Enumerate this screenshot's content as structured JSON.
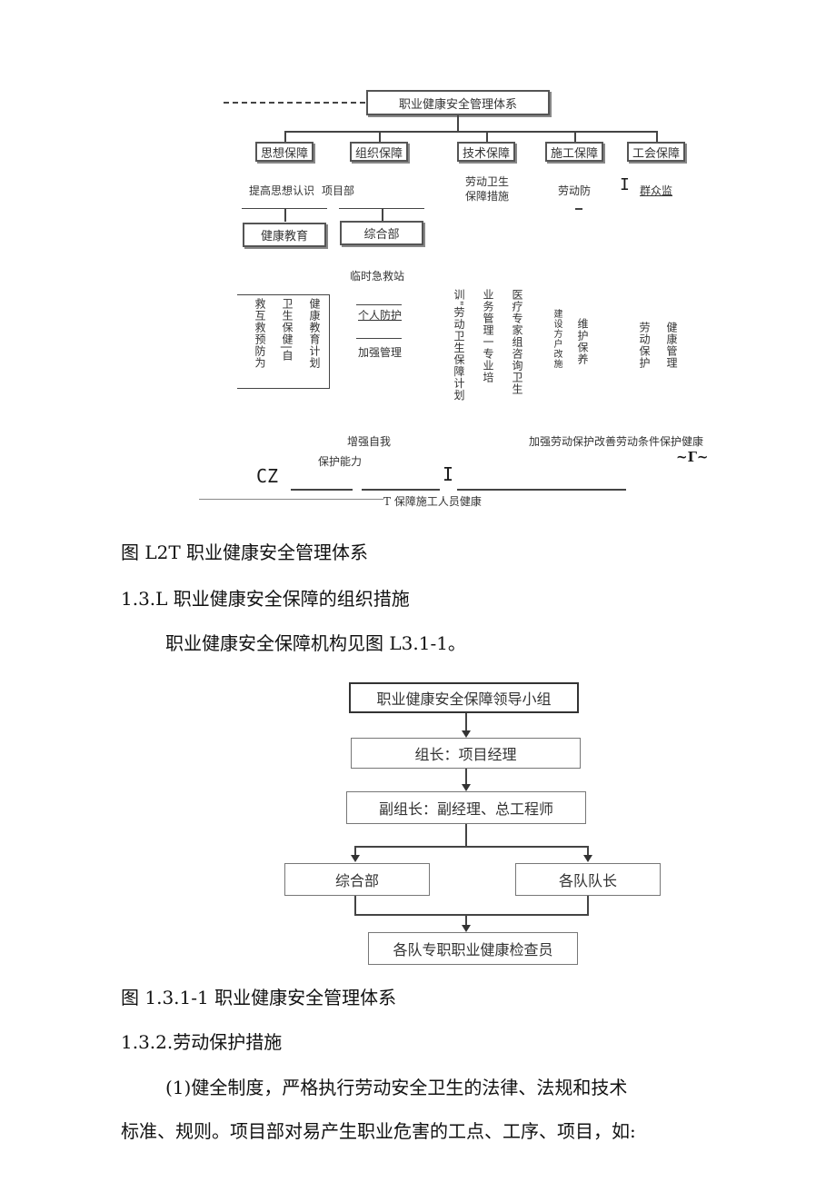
{
  "diagram1": {
    "root": "职业健康安全管理体系",
    "categories": [
      "思想保障",
      "组织保障",
      "技术保障",
      "施工保障",
      "工会保障"
    ],
    "sub_text": {
      "thought": "提高思想认识",
      "project_dept": "项目部",
      "tech_1": "劳动卫生",
      "tech_2": "保障措施",
      "construction": "劳动防",
      "union_mark": "I",
      "union": "群众监"
    },
    "mid_boxes": [
      "健康教育",
      "综合部"
    ],
    "first_aid": "临时急救站",
    "cols_left": [
      "救互救预防为",
      "卫生保健|自",
      "健康教育计划"
    ],
    "personal_protection": "个人防护",
    "strengthen_mgmt": "加强管理",
    "tech_cols": [
      "训\"劳动卫生保障计划",
      "业务管理一专业培",
      "医疗专家组咨询卫生"
    ],
    "construction_cols": [
      "建设方户改施",
      "维护保养"
    ],
    "union_cols": [
      "劳动保护",
      "健康管理"
    ],
    "bottom_left_1": "增强自我",
    "bottom_left_2": "保护能力",
    "bottom_right": "加强劳动保护改善劳动条件保护健康",
    "tilde": "~Г~",
    "cz": "CZ",
    "cz_i": "I",
    "final": "T 保障施工人员健康"
  },
  "caption1": "图 L2T 职业健康安全管理体系",
  "heading1": "1.3.L 职业健康安全保障的组织措施",
  "para1": "职业健康安全保障机构见图 L3.1-1。",
  "diagram2": {
    "top": "职业健康安全保障领导小组",
    "leader": "组长：项目经理",
    "deputy": "副组长：副经理、总工程师",
    "left": "综合部",
    "right": "各队队长",
    "bottom": "各队专职职业健康检查员"
  },
  "caption2": "图 1.3.1-1 职业健康安全管理体系",
  "heading2": "1.3.2.劳动保护措施",
  "para2_line1": "(1)健全制度，严格执行劳动安全卫生的法律、法规和技术",
  "para2_line2": "标准、规则。项目部对易产生职业危害的工点、工序、项目，如:"
}
